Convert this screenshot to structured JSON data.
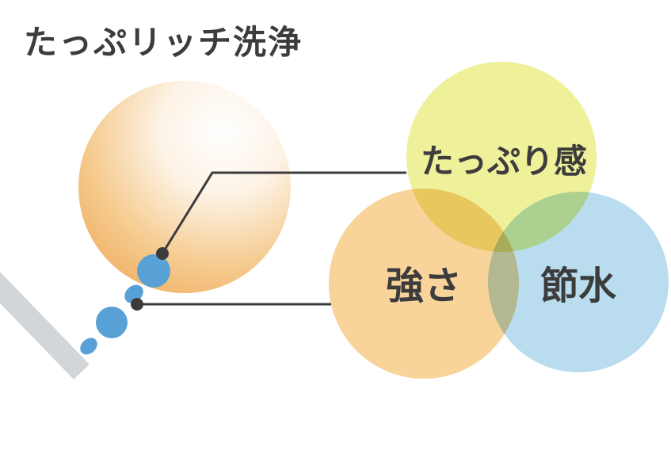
{
  "title": "たっぷリッチ洗浄",
  "venn": {
    "circles": [
      {
        "id": "fullness",
        "label": "たっぷり感",
        "color": "#eef09a"
      },
      {
        "id": "strength",
        "label": "強さ",
        "color": "#f8d49b"
      },
      {
        "id": "water_saving",
        "label": "節水",
        "color": "#b9ddef"
      }
    ],
    "overlap_style": "multiply"
  },
  "illustration": {
    "splash_gradient_edge_color": "#eb9d4a",
    "splash_gradient_center_color": "#ffffff",
    "droplet_color": "#58a1d6",
    "nozzle_color": "#d2d6d9",
    "connector_color": "#3c3c3c",
    "text_color": "#3c3c3c"
  }
}
